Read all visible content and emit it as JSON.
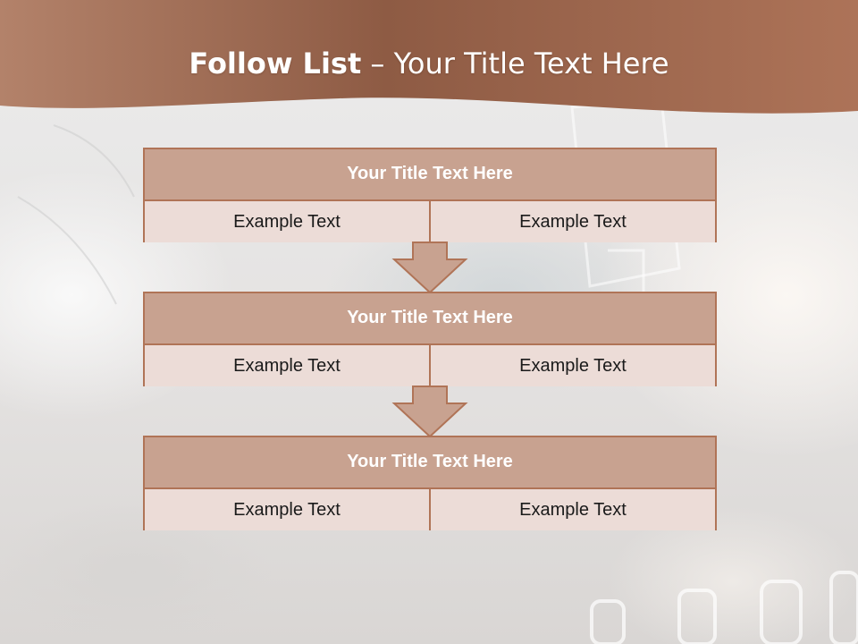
{
  "title": {
    "bold": "Follow List",
    "rest": " – Your Title Text Here"
  },
  "steps": [
    {
      "title": "Your Title Text Here",
      "cells": [
        "Example Text",
        "Example Text"
      ]
    },
    {
      "title": "Your Title Text Here",
      "cells": [
        "Example Text",
        "Example Text"
      ]
    },
    {
      "title": "Your Title Text Here",
      "cells": [
        "Example Text",
        "Example Text"
      ]
    }
  ],
  "colors": {
    "header": "#a46e52",
    "title_bar": "#c8a290",
    "cell": "#ecdcd7",
    "border": "#b07457",
    "arrow": "#c8a290"
  }
}
